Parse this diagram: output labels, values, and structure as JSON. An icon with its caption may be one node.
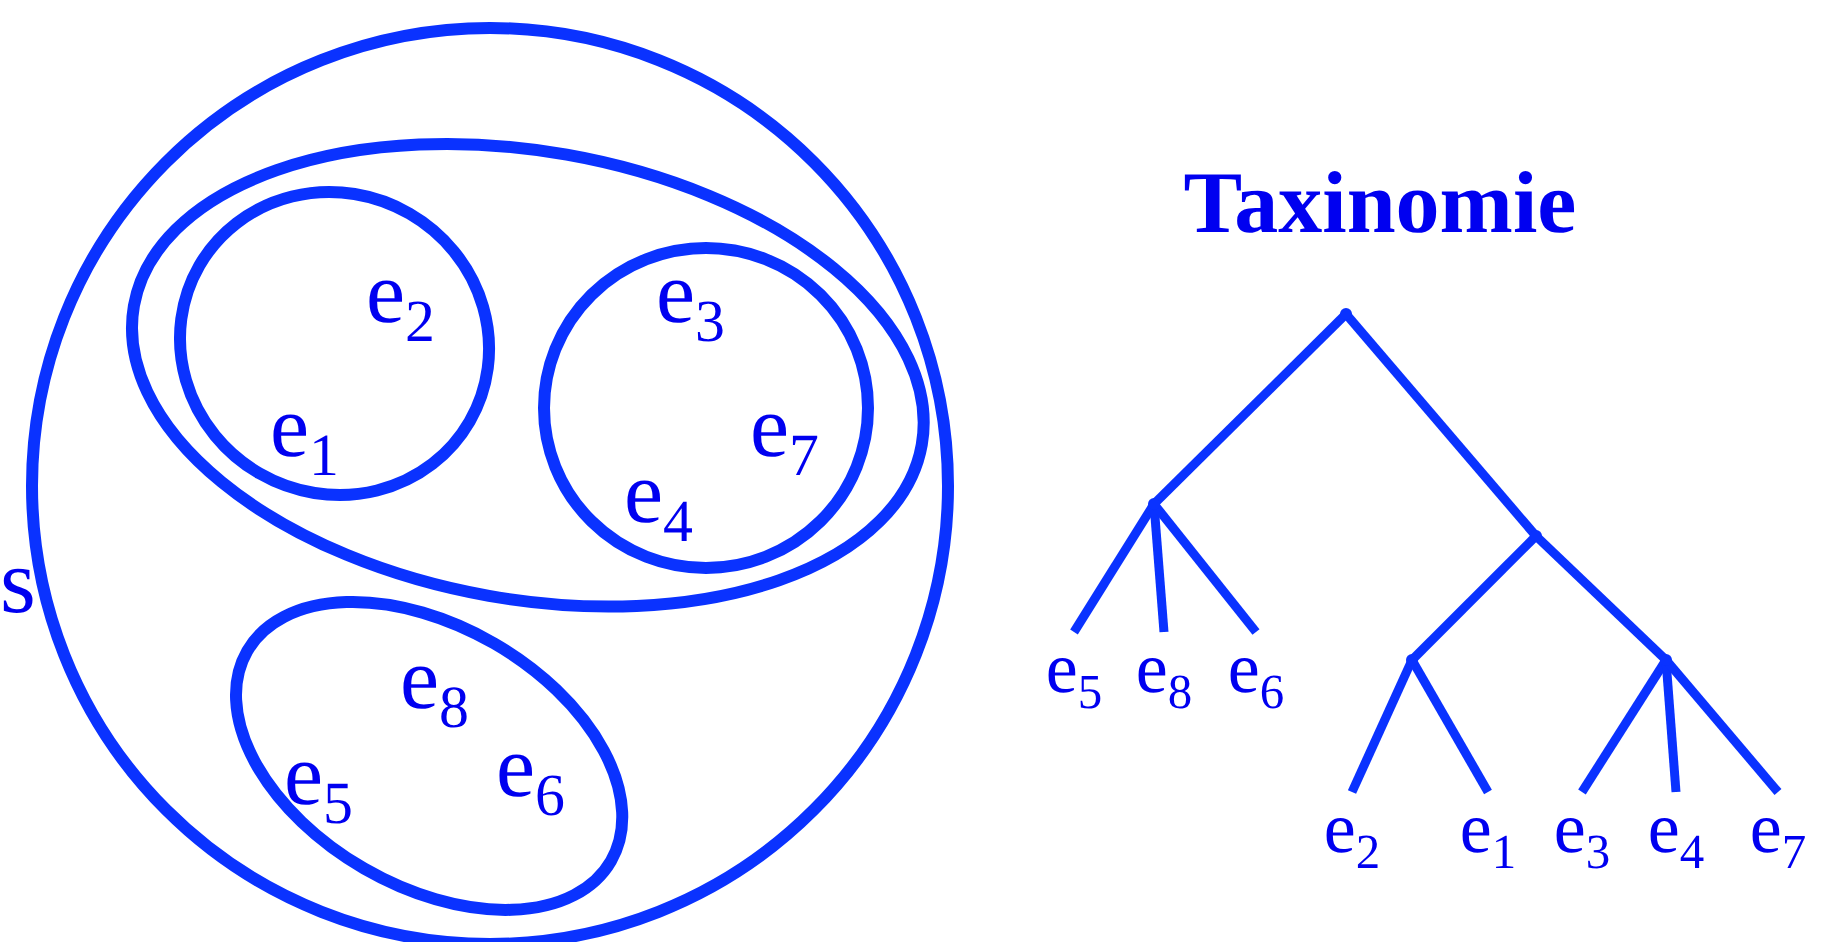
{
  "diagram": {
    "title": "Taxinomie",
    "nodes": [
      {
        "text": [],
        "shape": "circle"
      },
      {
        "text": [],
        "shape": "ellipse",
        "in": 0
      },
      {
        "text": [
          "e$_{2}$",
          "e$_{1}$"
        ],
        "in": 1
      },
      {
        "text": [
          "e$_{3}$",
          "e$_{7}$",
          "e$_{4}$"
        ],
        "in": 1
      },
      {
        "text": [
          "e$_{8}$",
          "e$_{5}$",
          "e$_{6}$"
        ],
        "in": 0
      },
      {
        "text": [],
        "shape": "point"
      },
      {
        "text": [],
        "shape": "point"
      },
      {
        "text": [],
        "shape": "point"
      },
      {
        "text": [
          "e$_{5}$"
        ]
      },
      {
        "text": [
          "e$_{8}$"
        ]
      },
      {
        "text": [
          "e$_{6}$"
        ]
      },
      {
        "text": [],
        "shape": "point"
      },
      {
        "text": [],
        "shape": "point"
      },
      {
        "text": [
          "e$_{2}$"
        ]
      },
      {
        "text": [
          "e$_{1}$"
        ]
      },
      {
        "text": [
          "e$_{3}$"
        ]
      },
      {
        "text": [
          "e$_{4}$"
        ]
      },
      {
        "text": [
          "e$_{7}$"
        ]
      }
    ],
    "edges": [
      {
        "from": 5,
        "to": 6,
        "arrow": "none"
      },
      {
        "from": 5,
        "to": 7,
        "arrow": "none"
      },
      {
        "from": 6,
        "to": 8,
        "arrow": "none"
      },
      {
        "from": 6,
        "to": 9,
        "arrow": "none"
      },
      {
        "from": 6,
        "to": 10,
        "arrow": "none"
      },
      {
        "from": 7,
        "to": 11,
        "arrow": "none"
      },
      {
        "from": 7,
        "to": 12,
        "arrow": "none"
      },
      {
        "from": 11,
        "to": 13,
        "arrow": "none"
      },
      {
        "from": 11,
        "to": 14,
        "arrow": "none"
      },
      {
        "from": 12,
        "to": 15,
        "arrow": "none"
      },
      {
        "from": 12,
        "to": 16,
        "arrow": "none"
      },
      {
        "from": 12,
        "to": 17,
        "arrow": "none"
      }
    ],
    "labels": [
      "s"
    ]
  }
}
